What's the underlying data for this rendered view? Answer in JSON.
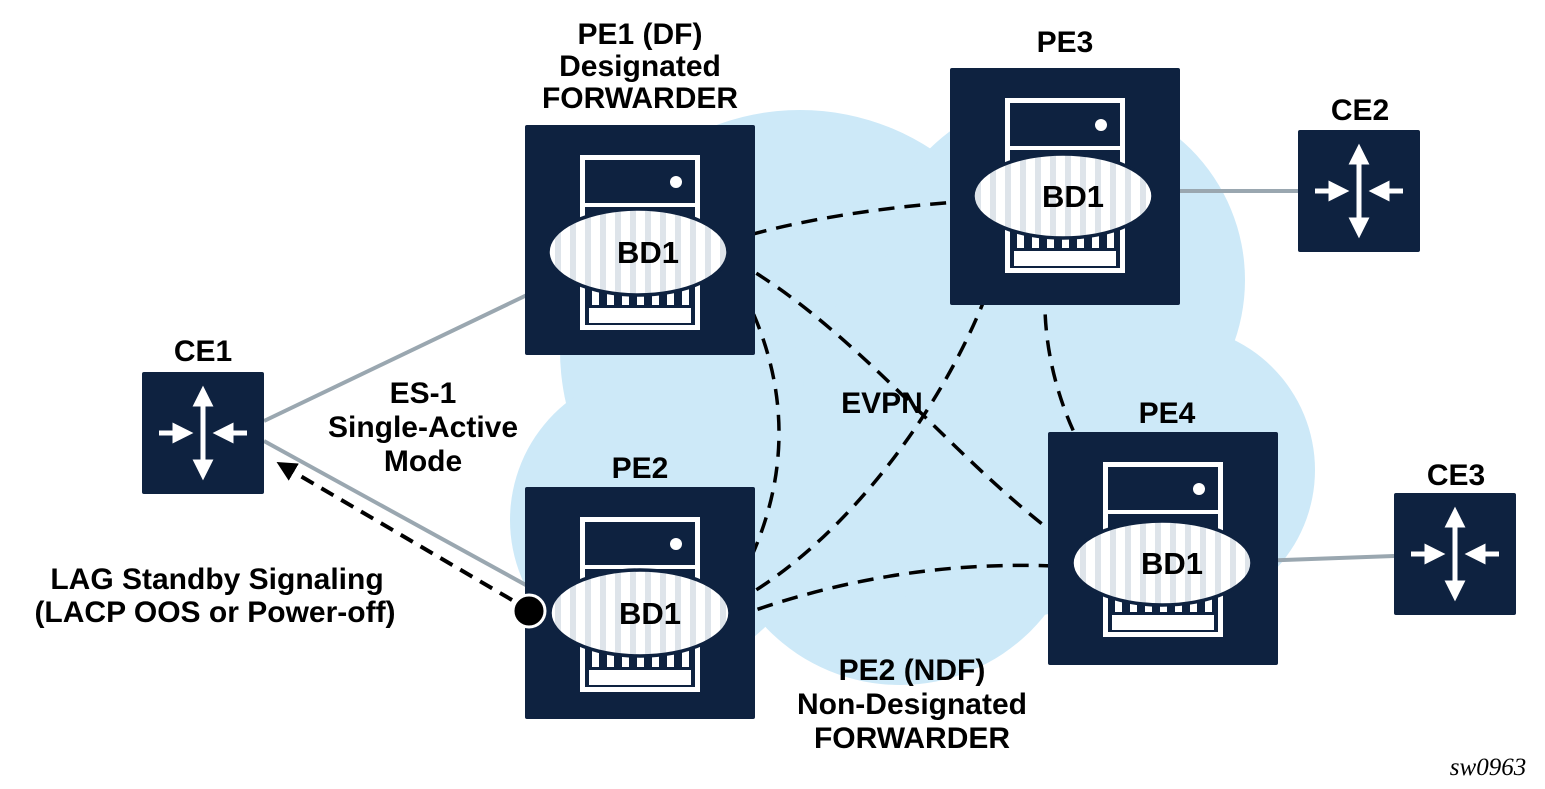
{
  "colors": {
    "node_fill": "#0E2240",
    "cloud_fill": "#CDE9F8",
    "link_gray": "#9AA7B0",
    "dash_black": "#000000",
    "bd_fill": "#FFFFFF",
    "bd_stripe": "#DEE4EA"
  },
  "nodes": {
    "pe1": {
      "title_line1": "PE1 (DF)",
      "title_line2": "Designated",
      "title_line3": "FORWARDER",
      "bd_label": "BD1"
    },
    "pe2": {
      "title": "PE2",
      "bd_label": "BD1",
      "note_line1": "PE2 (NDF)",
      "note_line2": "Non-Designated",
      "note_line3": "FORWARDER"
    },
    "pe3": {
      "title": "PE3",
      "bd_label": "BD1"
    },
    "pe4": {
      "title": "PE4",
      "bd_label": "BD1"
    },
    "ce1": {
      "title": "CE1"
    },
    "ce2": {
      "title": "CE2"
    },
    "ce3": {
      "title": "CE3"
    }
  },
  "annotations": {
    "es_line1": "ES-1",
    "es_line2": "Single-Active",
    "es_line3": "Mode",
    "evpn": "EVPN",
    "lag_line1": "LAG Standby Signaling",
    "lag_line2": "(LACP OOS or Power-off)",
    "figure_id": "sw0963"
  }
}
